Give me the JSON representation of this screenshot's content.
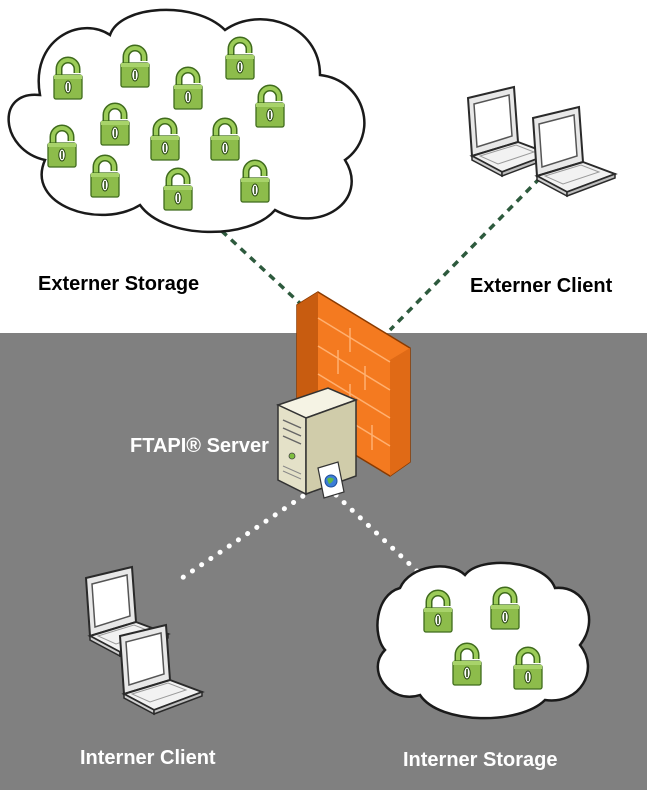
{
  "labels": {
    "external_storage": "Externer Storage",
    "external_client": "Externer Client",
    "server": "FTAPI® Server",
    "internal_client": "Interner Client",
    "internal_storage": "Interner Storage"
  },
  "colors": {
    "internal_zone": "#808080",
    "lock_green": "#8dbc4b",
    "firewall_orange": "#f47a20",
    "external_link": "#2d5a3d",
    "internal_link": "#ffffff"
  },
  "icons": {
    "storage": "padlock-icon",
    "client": "laptop-icon",
    "server": "server-icon",
    "firewall": "firewall-icon"
  }
}
